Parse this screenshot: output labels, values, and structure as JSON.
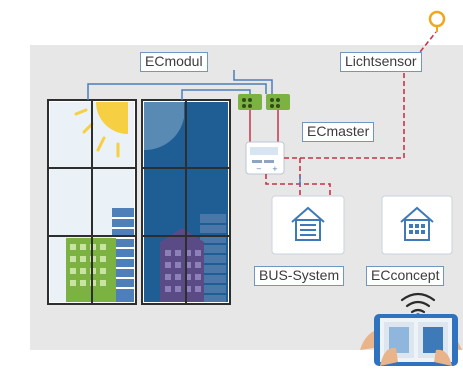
{
  "labels": {
    "ecmodul": "ECmodul",
    "lichtsensor": "Lichtsensor",
    "ecmaster": "ECmaster",
    "bus_system": "BUS-System",
    "ecconcept": "ECconcept"
  },
  "colors": {
    "background_panel": "#e7e7e7",
    "sky_light": "#eaf2f8",
    "sky_dark": "#1f5e94",
    "sun": "#f7cf42",
    "sensor": "#f2a61b",
    "module_green": "#7cb242",
    "wire_red": "#c73546",
    "wire_blue": "#4e7fb8",
    "label_border": "#6f97c4",
    "house_icon": "#3f7ab8"
  },
  "icons": [
    "sun-icon",
    "light-sensor-icon",
    "wifi-icon",
    "tablet-icon",
    "house-sliders-icon",
    "house-grid-icon"
  ]
}
